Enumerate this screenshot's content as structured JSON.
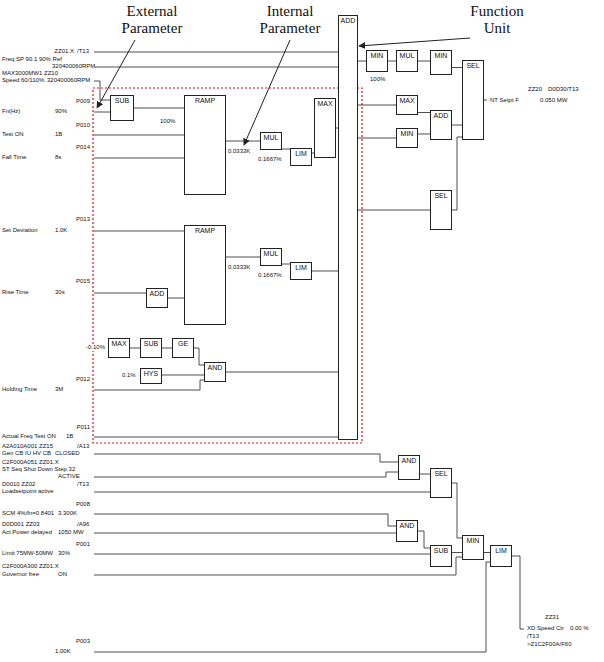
{
  "diagram": {
    "nodes": [
      {
        "text": [
          "SUB"
        ]
      },
      {
        "text": [
          "RAMP"
        ]
      },
      {
        "text": [
          "MUL"
        ]
      },
      {
        "text": [
          "LIM"
        ]
      },
      {
        "text": [
          "MAX"
        ]
      },
      {
        "text": [
          "RAMP"
        ]
      },
      {
        "text": [
          "MUL"
        ]
      },
      {
        "text": [
          "LIM"
        ]
      },
      {
        "text": [
          "MAX"
        ]
      },
      {
        "text": [
          "ADD"
        ]
      },
      {
        "text": [
          "SUB"
        ]
      },
      {
        "text": [
          "GE"
        ]
      },
      {
        "text": [
          "HYS"
        ]
      },
      {
        "text": [
          "AND"
        ]
      },
      {
        "text": [
          "ADD"
        ]
      },
      {
        "text": [
          "MIN"
        ]
      },
      {
        "text": [
          "MUL"
        ]
      },
      {
        "text": [
          "MAX"
        ]
      },
      {
        "text": [
          "MIN"
        ]
      },
      {
        "text": [
          "ADD"
        ]
      },
      {
        "text": [
          "SEL"
        ]
      },
      {
        "text": [
          "MIN"
        ]
      },
      {
        "text": [
          "SEL"
        ]
      },
      {
        "text": [
          "AND"
        ]
      },
      {
        "text": [
          "SEL"
        ]
      },
      {
        "text": [
          "AND"
        ]
      },
      {
        "text": [
          "SUB"
        ]
      },
      {
        "text": [
          "MIN"
        ]
      },
      {
        "text": [
          "LIM"
        ]
      }
    ],
    "edges": [
      {
        "from": 0,
        "to": 1,
        "arrow": "none"
      },
      {
        "from": 1,
        "to": 2,
        "arrow": "none"
      },
      {
        "from": 2,
        "to": 3,
        "arrow": "none"
      },
      {
        "from": 3,
        "to": 4,
        "arrow": "none"
      },
      {
        "from": 4,
        "to": 14,
        "arrow": "none"
      },
      {
        "from": 9,
        "to": 5,
        "arrow": "none"
      },
      {
        "from": 5,
        "to": 6,
        "arrow": "none"
      },
      {
        "from": 6,
        "to": 7,
        "arrow": "none"
      },
      {
        "from": 7,
        "to": 14,
        "arrow": "none"
      },
      {
        "from": 8,
        "to": 10,
        "arrow": "none"
      },
      {
        "from": 10,
        "to": 11,
        "arrow": "none"
      },
      {
        "from": 11,
        "to": 13,
        "arrow": "none"
      },
      {
        "from": 12,
        "to": 13,
        "arrow": "none"
      },
      {
        "from": 13,
        "to": 14,
        "arrow": "none"
      },
      {
        "from": 14,
        "to": 15,
        "arrow": "none"
      },
      {
        "from": 15,
        "to": 16,
        "arrow": "none"
      },
      {
        "from": 16,
        "to": 21,
        "arrow": "none"
      },
      {
        "from": 21,
        "to": 22,
        "arrow": "none"
      },
      {
        "from": 14,
        "to": 17,
        "arrow": "none"
      },
      {
        "from": 14,
        "to": 18,
        "arrow": "none"
      },
      {
        "from": 17,
        "to": 19,
        "arrow": "none"
      },
      {
        "from": 18,
        "to": 19,
        "arrow": "none"
      },
      {
        "from": 19,
        "to": 22,
        "arrow": "none"
      },
      {
        "from": 14,
        "to": 20,
        "arrow": "none"
      },
      {
        "from": 20,
        "to": 22,
        "arrow": "none"
      },
      {
        "from": 23,
        "to": 24,
        "arrow": "none"
      },
      {
        "from": 24,
        "to": 27,
        "arrow": "none"
      },
      {
        "from": 25,
        "to": 26,
        "arrow": "none"
      },
      {
        "from": 26,
        "to": 27,
        "arrow": "none"
      },
      {
        "from": 27,
        "to": 28,
        "arrow": "none"
      }
    ],
    "labels": [
      "External Parameter",
      "Internal Parameter",
      "Function Unit",
      "ZZ01.X",
      "/T13",
      "Freq SP 90.1 90% Ref",
      "320400060RPM",
      "MAX3000MW1 ZZ10",
      "Speed 60/110%",
      "320400060RPM",
      "P009",
      "Fn(Hz)",
      "90%",
      "P010",
      "Test ON",
      "1B",
      "P014",
      "Fall Time",
      "8s",
      "P013",
      "Set Deviation",
      "1.0K",
      "P015",
      "Rise Time",
      "30s",
      "P012",
      "Holding Time",
      "3M",
      "P011",
      "Actual Freq Test ON",
      "1B",
      "A2A010A001 ZZ15",
      "/A13",
      "Gen CB IU HV CB",
      "CLOSED",
      "C2F000A051 ZZ01.X",
      "ST Seq Shut Down Step 32",
      "ACTIVE",
      "D0010 ZZ02",
      "/T13",
      "Loadsetpoint active",
      "P008",
      "SCM 4%/fn=0.8401",
      "3.300K",
      "D0D001 ZZ03",
      "/A96",
      "Act Power delayed",
      "1050 MW",
      "P001",
      "Limit 75MW-50MW",
      "30%",
      "C2F000A300 ZZ01.X",
      "Governor free",
      "ON",
      "P003",
      "1.00K",
      "NT Setpt F",
      "ZZ20",
      "D0D30/T13",
      "0.050 MW",
      "ZZ31",
      "XD Speed Ctr",
      "0.00 %",
      "/T13",
      ">Z1C2F00A/F60",
      "100%",
      "0.0333K",
      "0.1667%",
      "0.0333K",
      "0.1667%",
      "-0.10%",
      "0.1%",
      "100%"
    ]
  }
}
